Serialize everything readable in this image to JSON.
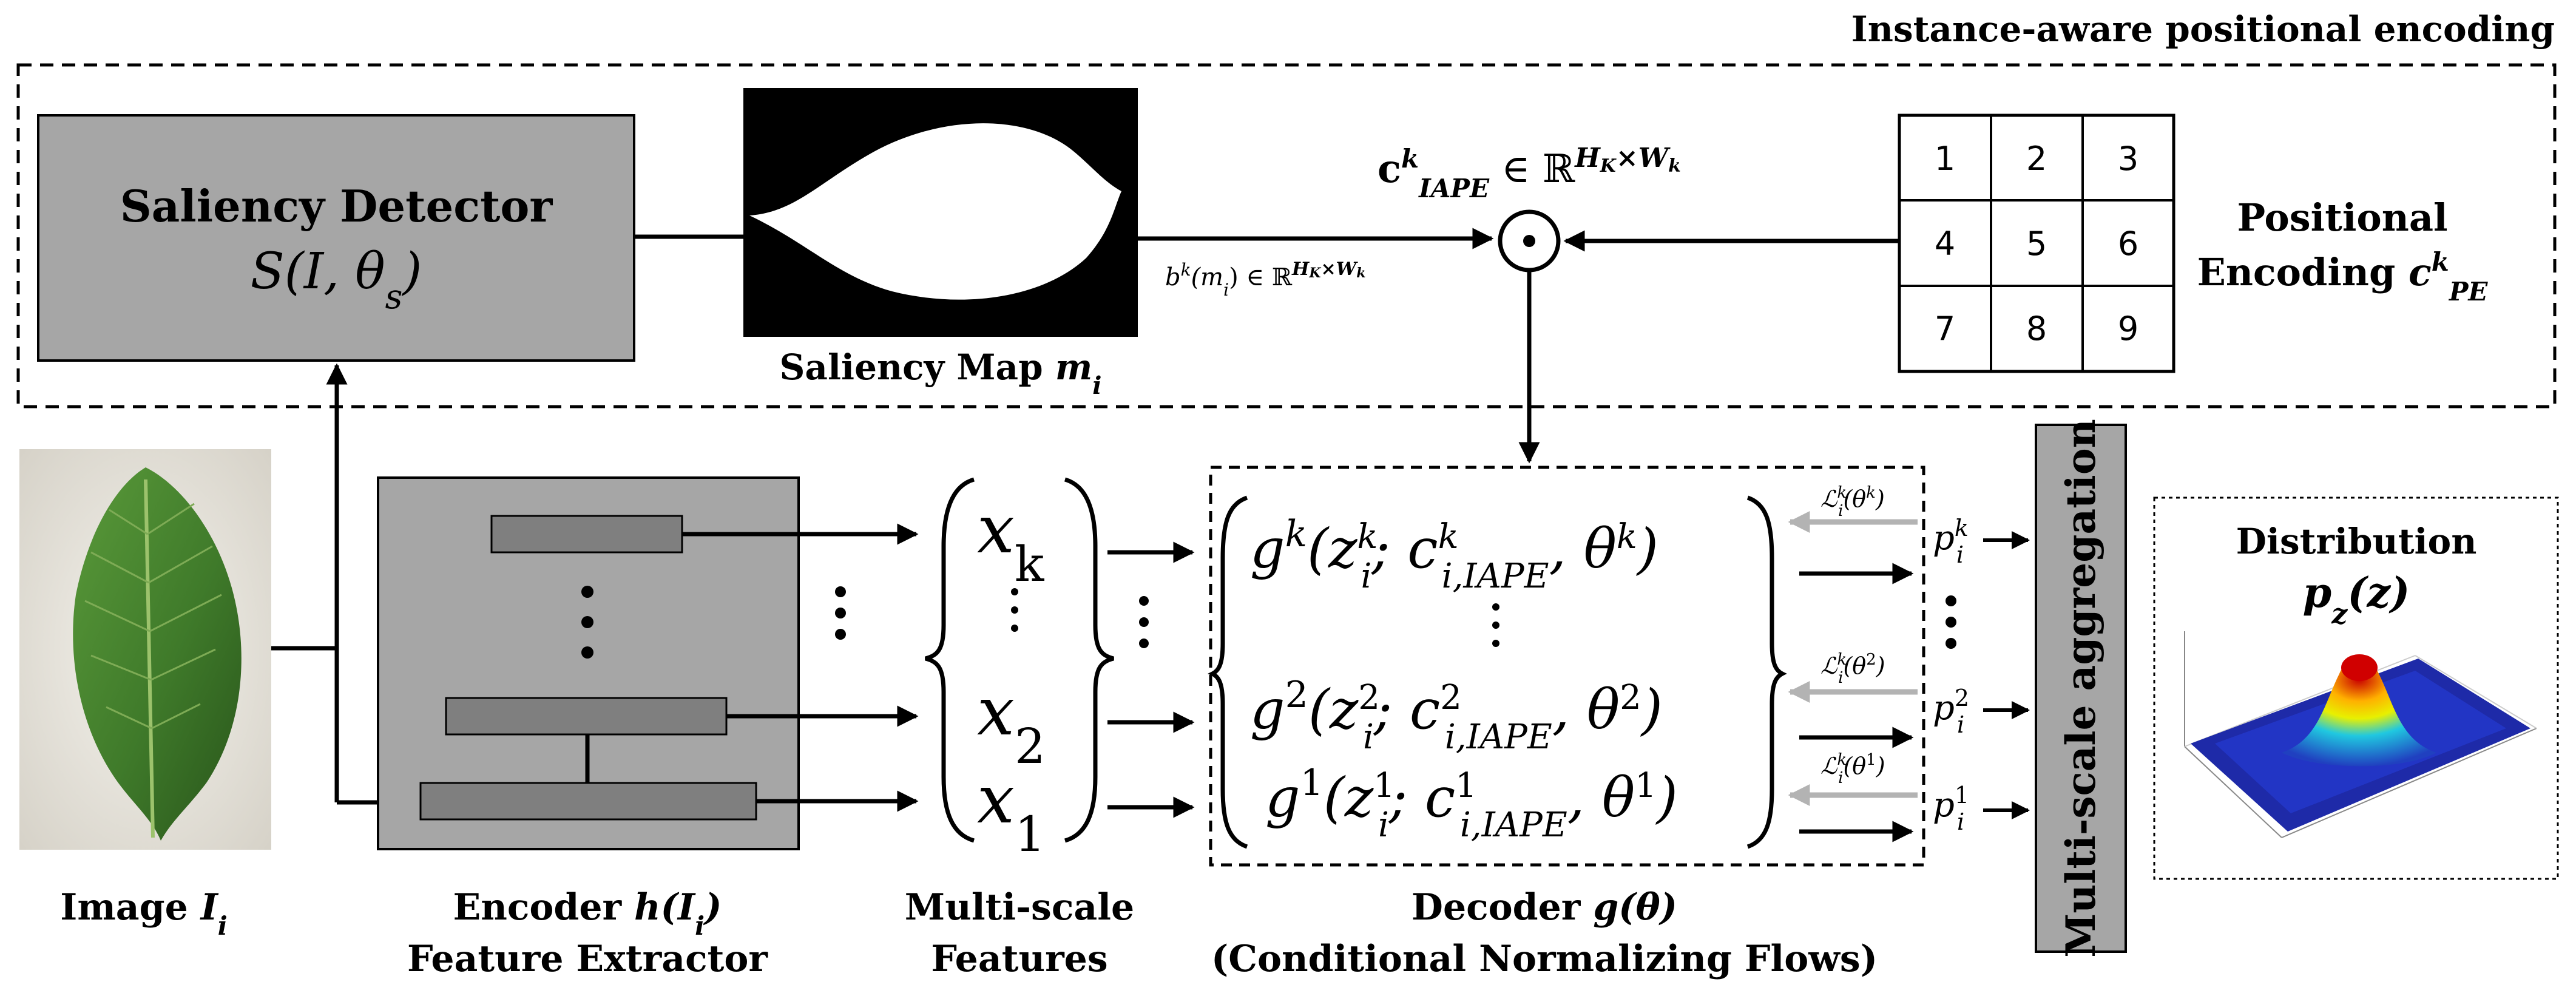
{
  "header": {
    "title": "Instance-aware positional encoding"
  },
  "saliency_detector": {
    "title": "Saliency Detector",
    "formula": "S(I,  θ",
    "formula_sub": "s",
    "formula_end": ")"
  },
  "saliency_map": {
    "label": "Saliency Map ",
    "var": "m",
    "sub": "i"
  },
  "mask_annotation": {
    "main": "b",
    "sup": "k",
    "rest": "(m",
    "sub": "i",
    "set": ") ∈ ℝ",
    "dims": "H",
    "dims_sub": "K",
    "dims_x": "×W",
    "dims_sub2": "k"
  },
  "iape_label": {
    "main": "c",
    "sup": "k",
    "sub": "IAPE",
    "set": " ∈ ℝ",
    "dims": "H",
    "dims_sub": "K",
    "dims_x": "×W",
    "dims_sub2": "k"
  },
  "hadamard_symbol": "⊙",
  "positional_encoding": {
    "line1": "Positional",
    "line2": "Encoding ",
    "var": "c",
    "sup": "k",
    "sub": "PE",
    "grid": [
      "1",
      "2",
      "3",
      "4",
      "5",
      "6",
      "7",
      "8",
      "9"
    ]
  },
  "image": {
    "label": "Image ",
    "var": "I",
    "sub": "i"
  },
  "encoder": {
    "line1": "Encoder ",
    "var": "h(I",
    "sub": "i",
    "close": ")",
    "line2": "Feature  Extractor"
  },
  "features": {
    "items": [
      {
        "var": "x",
        "sub": "k"
      },
      {
        "var": "x",
        "sub": "2"
      },
      {
        "var": "x",
        "sub": "1"
      }
    ],
    "caption1": "Multi-scale",
    "caption2": "Features"
  },
  "decoder": {
    "flows": [
      {
        "g": "g",
        "sup": "k",
        "z": "(z",
        "zsup": "k",
        "zsub": "i",
        "c": "; c",
        "csup": "k",
        "csub": "i,IAPE",
        "theta": ", θ",
        "tsup": "k",
        "close": ")"
      },
      {
        "g": "g",
        "sup": "2",
        "z": "(z",
        "zsup": "2",
        "zsub": "i",
        "c": "; c",
        "csup": "2",
        "csub": "i,IAPE",
        "theta": ", θ",
        "tsup": "2",
        "close": ")"
      },
      {
        "g": "g",
        "sup": "1",
        "z": "(z",
        "zsup": "1",
        "zsub": "i",
        "c": "; c",
        "csup": "1",
        "csub": "i,IAPE",
        "theta": ", θ",
        "tsup": "1",
        "close": ")"
      }
    ],
    "caption1": "Decoder ",
    "caption1_var": "g(θ)",
    "caption2": "(Conditional Normalizing Flows)"
  },
  "losses": [
    {
      "L": "ℒ",
      "sup": "k",
      "sub": "i",
      "arg": "(θ",
      "argsup": "k",
      "close": ")"
    },
    {
      "L": "ℒ",
      "sup": "k",
      "sub": "i",
      "arg": "(θ",
      "argsup": "2",
      "close": ")"
    },
    {
      "L": "ℒ",
      "sup": "k",
      "sub": "i",
      "arg": "(θ",
      "argsup": "1",
      "close": ")"
    }
  ],
  "probabilities": [
    {
      "p": "p",
      "sup": "k",
      "sub": "i"
    },
    {
      "p": "p",
      "sup": "2",
      "sub": "i"
    },
    {
      "p": "p",
      "sup": "1",
      "sub": "i"
    }
  ],
  "aggregation": {
    "label": "Multi-scale aggregation"
  },
  "distribution": {
    "title": "Distribution",
    "var": "p",
    "sub": "z",
    "arg": "(z)"
  },
  "colors": {
    "detector_fill": "#a6a6a6",
    "encoder_fill": "#a6a6a6",
    "encoder_bar": "#7f7f7f",
    "aggregation_fill": "#a6a6a6",
    "loss_arrow": "#b3b3b3",
    "leaf_green": "#3f7a2a"
  }
}
